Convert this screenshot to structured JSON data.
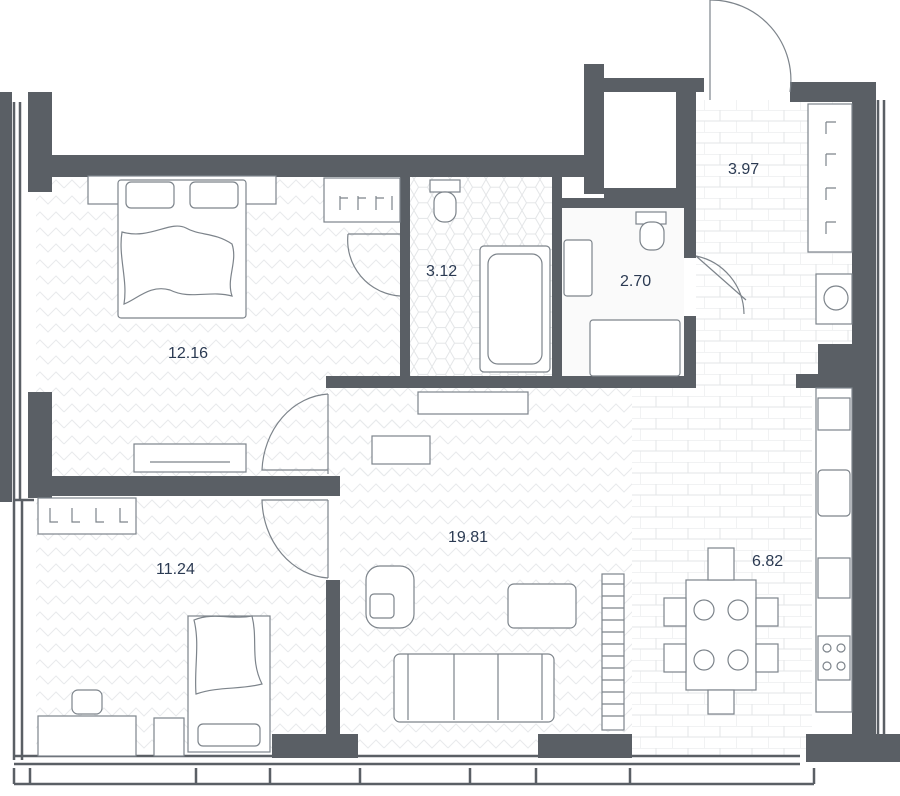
{
  "floor_plan": {
    "rooms": [
      {
        "id": "bedroom",
        "area": "12.16"
      },
      {
        "id": "bathroom",
        "area": "3.12"
      },
      {
        "id": "wc",
        "area": "2.70"
      },
      {
        "id": "hall",
        "area": "3.97"
      },
      {
        "id": "living-room",
        "area": "19.81"
      },
      {
        "id": "kids-room",
        "area": "11.24"
      },
      {
        "id": "kitchen",
        "area": "6.82"
      }
    ],
    "colors": {
      "wall": "#5a5f65",
      "furniture_line": "#7d848b",
      "floor_pattern": "#e6e8ea",
      "label": "#2b3a52"
    }
  }
}
